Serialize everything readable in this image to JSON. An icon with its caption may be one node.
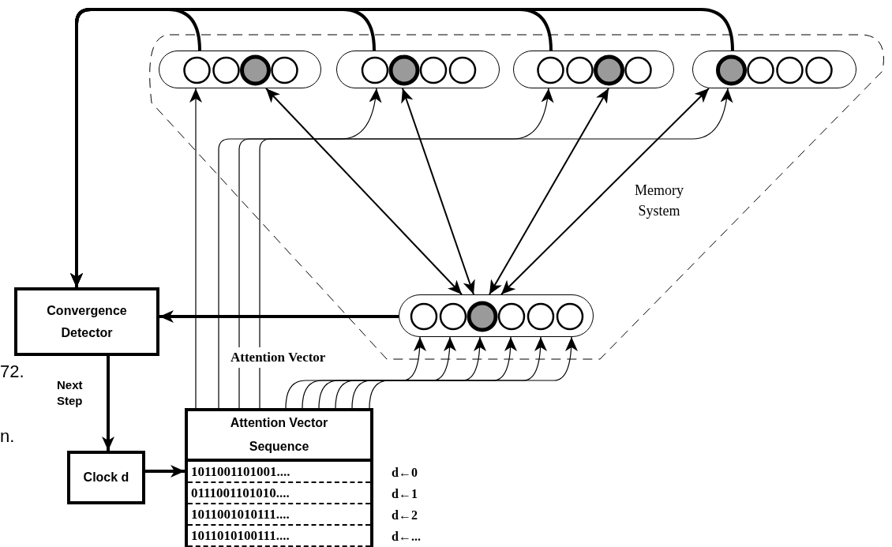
{
  "diagram": {
    "nodes": [
      {
        "text": [
          "Memory System"
        ]
      },
      {
        "text": [],
        "shape": "box",
        "in": 0
      },
      {
        "text": [],
        "shape": "box",
        "in": 0
      },
      {
        "text": [],
        "shape": "box",
        "in": 0
      },
      {
        "text": [],
        "shape": "box",
        "in": 0
      },
      {
        "text": [],
        "shape": "box",
        "in": 0
      },
      {
        "text": [
          "Convergence Detector"
        ]
      },
      {
        "text": [
          "Clock d"
        ]
      },
      {
        "text": [
          "Attention Vector Sequence",
          "1011001101001....",
          "0111001101010....",
          "1011001010111....",
          "1011010100111...."
        ],
        "beside": [
          "d←0",
          "d←1",
          "d←2",
          "d←..."
        ]
      }
    ],
    "edges": [
      {
        "from": 1,
        "to": 6,
        "arrow": "to",
        "style": "thick"
      },
      {
        "from": 2,
        "to": 6,
        "arrow": "to",
        "style": "thick"
      },
      {
        "from": 3,
        "to": 6,
        "arrow": "to",
        "style": "thick"
      },
      {
        "from": 4,
        "to": 6,
        "arrow": "to",
        "style": "thick"
      },
      {
        "from": 1,
        "to": 5,
        "arrow": "both"
      },
      {
        "from": 2,
        "to": 5,
        "arrow": "both"
      },
      {
        "from": 3,
        "to": 5,
        "arrow": "both"
      },
      {
        "from": 4,
        "to": 5,
        "arrow": "both"
      },
      {
        "from": 5,
        "to": 6,
        "arrow": "to",
        "style": "thick"
      },
      {
        "from": 6,
        "to": 7,
        "arrow": "to",
        "style": "thick",
        "label": "Next Step"
      },
      {
        "from": 7,
        "to": 8,
        "arrow": "to",
        "style": "thick"
      },
      {
        "from": 8,
        "to": 1,
        "arrow": "to"
      },
      {
        "from": 8,
        "to": 2,
        "arrow": "to"
      },
      {
        "from": 8,
        "to": 3,
        "arrow": "to"
      },
      {
        "from": 8,
        "to": 4,
        "arrow": "to"
      },
      {
        "from": 8,
        "to": 5,
        "arrow": "to"
      },
      {
        "from": 8,
        "to": 5,
        "arrow": "to"
      },
      {
        "from": 8,
        "to": 5,
        "arrow": "to"
      },
      {
        "from": 8,
        "to": 5,
        "arrow": "to"
      },
      {
        "from": 8,
        "to": 5,
        "arrow": "to"
      },
      {
        "from": 8,
        "to": 5,
        "arrow": "to"
      }
    ],
    "labels": [
      "Attention Vector",
      "72.",
      "n."
    ]
  }
}
